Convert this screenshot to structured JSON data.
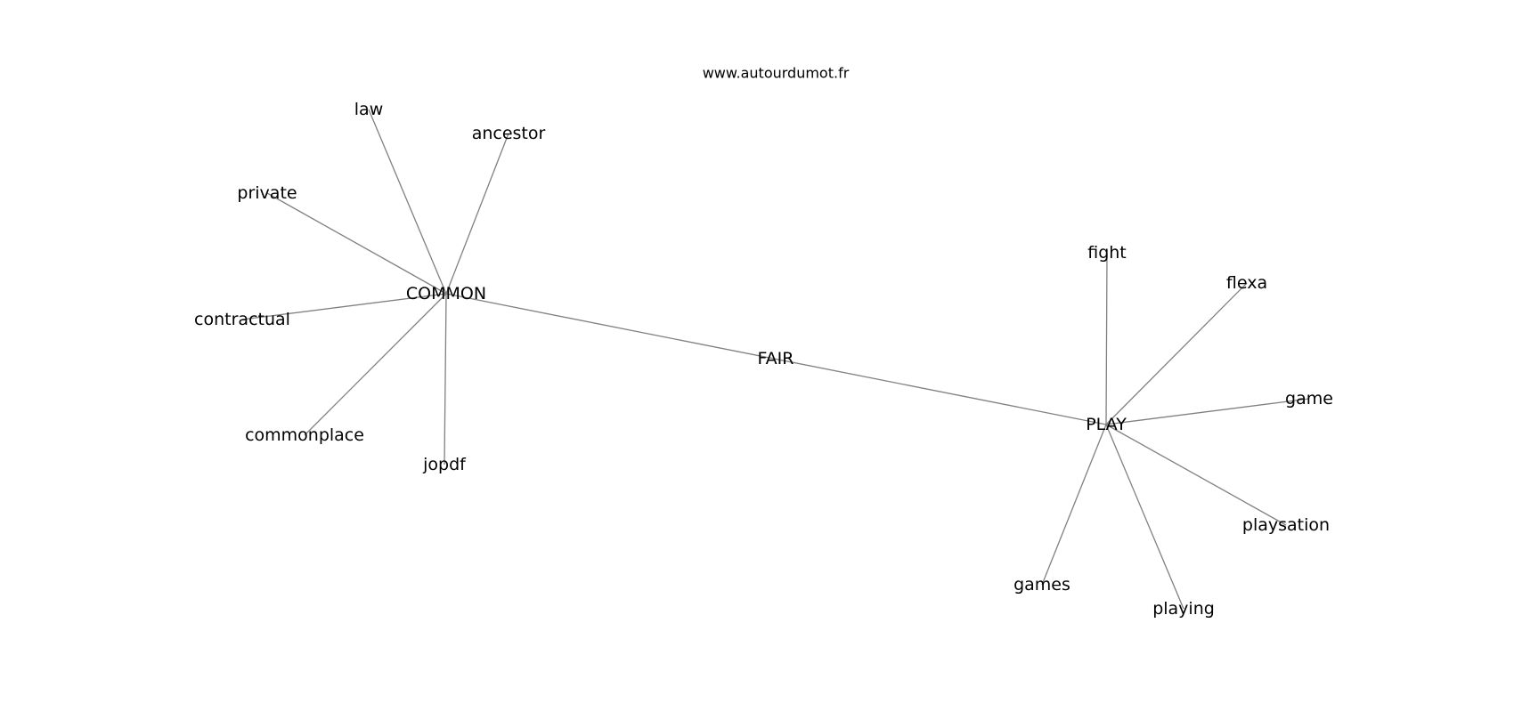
{
  "source": "www.autourdumot.fr",
  "graph": {
    "nodes": [
      {
        "id": "fair",
        "label": "FAIR"
      },
      {
        "id": "common",
        "label": "COMMON"
      },
      {
        "id": "play",
        "label": "PLAY"
      },
      {
        "id": "law",
        "label": "law"
      },
      {
        "id": "ancestor",
        "label": "ancestor"
      },
      {
        "id": "private",
        "label": "private"
      },
      {
        "id": "contractual",
        "label": "contractual"
      },
      {
        "id": "commonplace",
        "label": "commonplace"
      },
      {
        "id": "jopdf",
        "label": "jopdf"
      },
      {
        "id": "fight",
        "label": "fight"
      },
      {
        "id": "flexa",
        "label": "flexa"
      },
      {
        "id": "game",
        "label": "game"
      },
      {
        "id": "playsation",
        "label": "playsation"
      },
      {
        "id": "playing",
        "label": "playing"
      },
      {
        "id": "games",
        "label": "games"
      }
    ],
    "edges": [
      [
        "common",
        "play"
      ],
      [
        "common",
        "law"
      ],
      [
        "common",
        "ancestor"
      ],
      [
        "common",
        "private"
      ],
      [
        "common",
        "contractual"
      ],
      [
        "common",
        "commonplace"
      ],
      [
        "common",
        "jopdf"
      ],
      [
        "play",
        "fight"
      ],
      [
        "play",
        "flexa"
      ],
      [
        "play",
        "game"
      ],
      [
        "play",
        "playsation"
      ],
      [
        "play",
        "playing"
      ],
      [
        "play",
        "games"
      ]
    ]
  }
}
